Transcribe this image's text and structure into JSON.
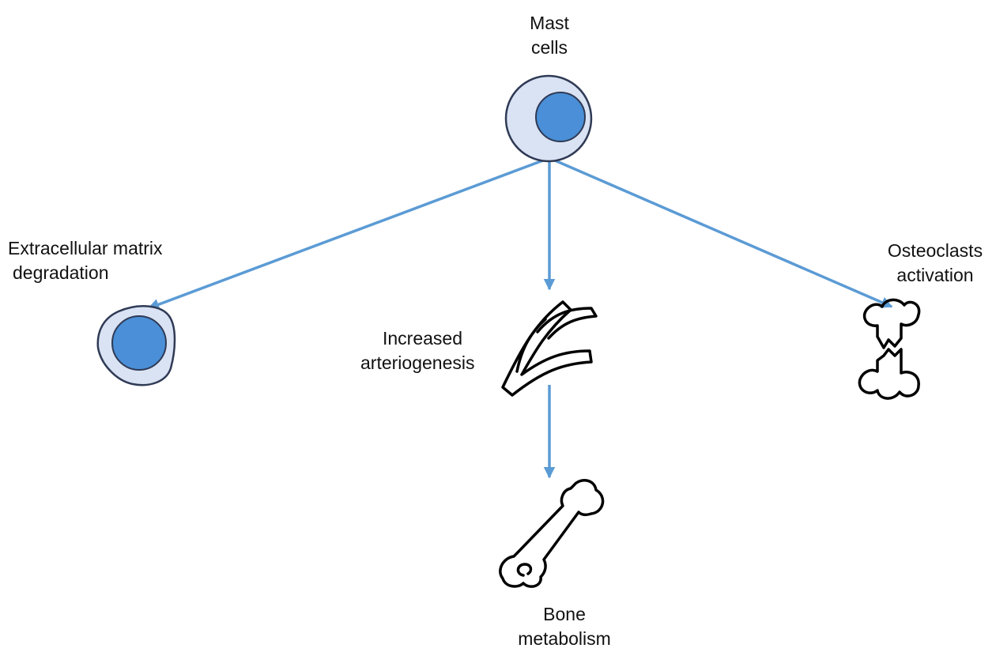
{
  "colors": {
    "arrow": "#5b9bd5",
    "cell_fill": "#dae3f3",
    "cell_stroke": "#2f3a55",
    "nucleus_fill": "#4a8fd7",
    "icon_stroke": "#000000",
    "text": "#111111"
  },
  "nodes": {
    "mast_cells": {
      "label_line1": "Mast",
      "label_line2": "cells",
      "icon": "mast-cell-icon"
    },
    "ecm_degradation": {
      "label_line1": "Extracellular matrix",
      "label_line2": "degradation",
      "icon": "degranulated-cell-icon"
    },
    "arteriogenesis": {
      "label_line1": "Increased",
      "label_line2": "arteriogenesis",
      "icon": "blood-vessel-icon"
    },
    "osteoclasts": {
      "label_line1": "Osteoclasts",
      "label_line2": "activation",
      "icon": "broken-bone-icon"
    },
    "bone_metabolism": {
      "label_line1": "Bone",
      "label_line2": "metabolism",
      "icon": "bone-icon"
    }
  },
  "edges": [
    {
      "from": "Mast cells",
      "to": "Extracellular matrix degradation"
    },
    {
      "from": "Mast cells",
      "to": "Increased arteriogenesis"
    },
    {
      "from": "Mast cells",
      "to": "Osteoclasts activation"
    },
    {
      "from": "Increased arteriogenesis",
      "to": "Bone metabolism"
    }
  ]
}
